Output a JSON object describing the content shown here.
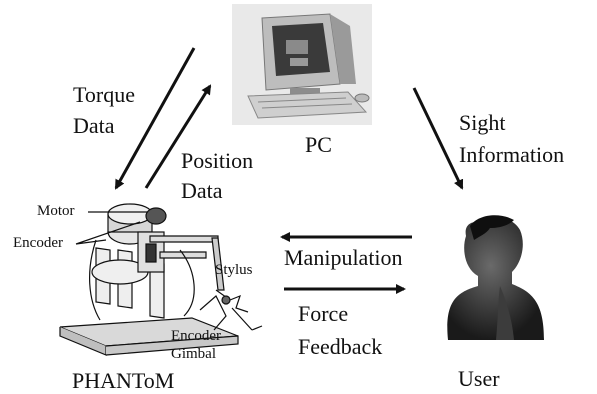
{
  "labels": {
    "pc": "PC",
    "torque": [
      "Torque",
      "Data"
    ],
    "position": [
      "Position",
      "Data"
    ],
    "sight": [
      "Sight",
      "Information"
    ],
    "manipulation": "Manipulation",
    "force": [
      "Force",
      "Feedback"
    ],
    "user": "User",
    "phantom": "PHANToM"
  },
  "parts": {
    "motor": "Motor",
    "encoder_top": "Encoder",
    "stylus": "Stylus",
    "encoder_bottom": "Encoder",
    "gimbal": "Gimbal"
  }
}
